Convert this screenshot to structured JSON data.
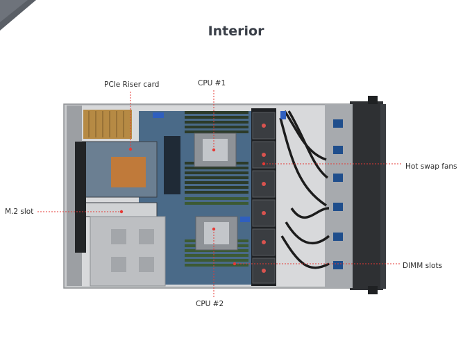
{
  "page": {
    "title": "Interior"
  },
  "callouts": {
    "pcie_riser_card": "PCIe Riser card",
    "cpu_1": "CPU #1",
    "hot_swap_fans": "Hot swap fans",
    "m2_slot": "M.2 slot",
    "dimm_slots": "DIMM slots",
    "cpu_2": "CPU #2"
  },
  "colors": {
    "leader_line": "#e53935",
    "title": "#3a3f48",
    "chassis": "#2e3033"
  },
  "icons": {
    "corner_decoration": "triangle-shape"
  }
}
